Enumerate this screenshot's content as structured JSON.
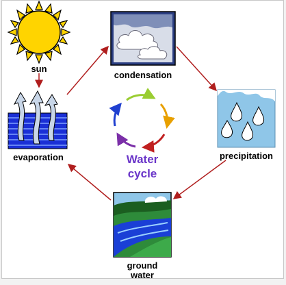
{
  "diagram": {
    "title_line1": "Water",
    "title_line2": "cycle",
    "nodes": {
      "sun": "sun",
      "condensation": "condensation",
      "precipitation": "precipitation",
      "evaporation": "evaporation",
      "ground_line1": "ground",
      "ground_line2": "water"
    },
    "colors": {
      "arrow": "#b01e1e",
      "title": "#6a35c9",
      "sun": "#ffd400",
      "water": "#1a2fd6",
      "sky": "#8fc6e8"
    }
  }
}
